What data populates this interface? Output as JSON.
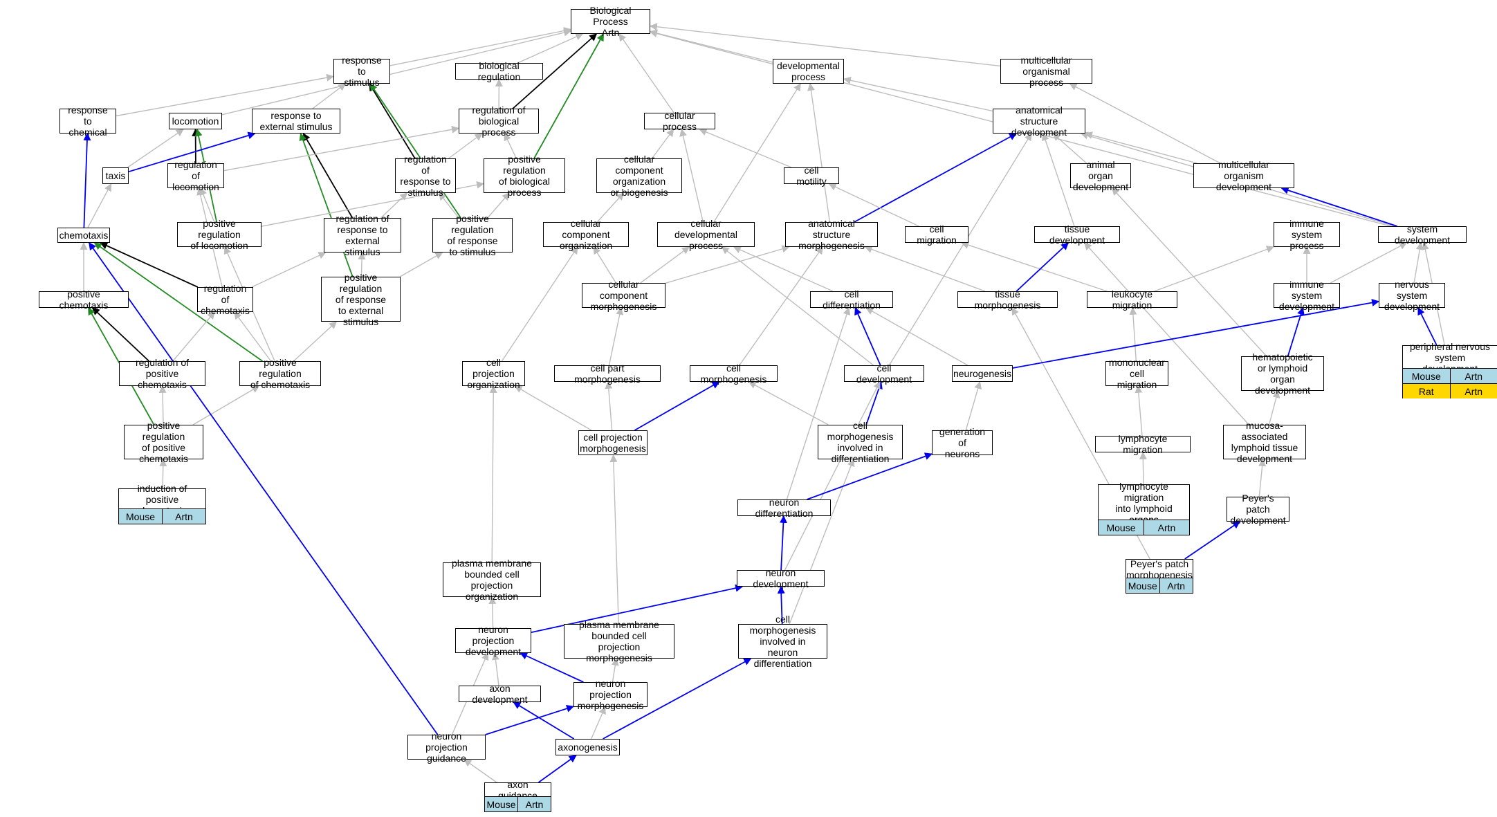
{
  "colors": {
    "is_a": "#bdbdbd",
    "part_of": "#0000ee",
    "regulates": "#000000",
    "positively_regulates": "#228b22",
    "mouse_bg": "#add8e6",
    "rat_bg": "#ffd700"
  },
  "nodes": [
    {
      "id": "bp",
      "label": "Biological Process\nArtn"
    },
    {
      "id": "resp_stim",
      "label": "response to\nstimulus"
    },
    {
      "id": "bio_reg",
      "label": "biological regulation"
    },
    {
      "id": "dev_proc",
      "label": "developmental\nprocess"
    },
    {
      "id": "multi_proc",
      "label": "multicellular\norganismal process"
    },
    {
      "id": "resp_chem",
      "label": "response to\nchemical"
    },
    {
      "id": "locomotion",
      "label": "locomotion"
    },
    {
      "id": "resp_ext",
      "label": "response to\nexternal stimulus"
    },
    {
      "id": "reg_bio",
      "label": "regulation of\nbiological process"
    },
    {
      "id": "cell_proc",
      "label": "cellular process"
    },
    {
      "id": "anat_dev",
      "label": "anatomical structure\ndevelopment"
    },
    {
      "id": "taxis",
      "label": "taxis"
    },
    {
      "id": "reg_loco",
      "label": "regulation of\nlocomotion"
    },
    {
      "id": "reg_resp_stim",
      "label": "regulation of\nresponse to\nstimulus"
    },
    {
      "id": "pos_reg_bio",
      "label": "positive regulation\nof biological\nprocess"
    },
    {
      "id": "cc_org",
      "label": "cellular component\norganization\nor biogenesis"
    },
    {
      "id": "cell_motility",
      "label": "cell motility"
    },
    {
      "id": "animal_organ",
      "label": "animal organ\ndevelopment"
    },
    {
      "id": "multi_org_dev",
      "label": "multicellular\norganism development"
    },
    {
      "id": "chemotaxis",
      "label": "chemotaxis"
    },
    {
      "id": "pos_reg_loco",
      "label": "positive regulation\nof locomotion"
    },
    {
      "id": "reg_resp_ext",
      "label": "regulation of\nresponse to\nexternal stimulus"
    },
    {
      "id": "pos_reg_resp_stim",
      "label": "positive regulation\nof response\nto stimulus"
    },
    {
      "id": "cc_org2",
      "label": "cellular component\norganization"
    },
    {
      "id": "cell_dev_proc",
      "label": "cellular developmental\nprocess"
    },
    {
      "id": "anat_morph",
      "label": "anatomical structure\nmorphogenesis"
    },
    {
      "id": "cell_migration",
      "label": "cell migration"
    },
    {
      "id": "tissue_dev",
      "label": "tissue development"
    },
    {
      "id": "immune_proc",
      "label": "immune system\nprocess"
    },
    {
      "id": "system_dev",
      "label": "system development"
    },
    {
      "id": "pos_chemotaxis",
      "label": "positive chemotaxis"
    },
    {
      "id": "reg_chemotaxis",
      "label": "regulation of\nchemotaxis"
    },
    {
      "id": "pos_reg_resp_ext",
      "label": "positive regulation\nof response\nto external\nstimulus"
    },
    {
      "id": "cc_morph",
      "label": "cellular component\nmorphogenesis"
    },
    {
      "id": "cell_diff",
      "label": "cell differentiation"
    },
    {
      "id": "tissue_morph",
      "label": "tissue morphogenesis"
    },
    {
      "id": "leuko_mig",
      "label": "leukocyte migration"
    },
    {
      "id": "immune_dev",
      "label": "immune system\ndevelopment"
    },
    {
      "id": "nervous_dev",
      "label": "nervous system\ndevelopment"
    },
    {
      "id": "periph_dev",
      "label": "peripheral nervous\nsystem development"
    },
    {
      "id": "reg_pos_chemo",
      "label": "regulation of\npositive chemotaxis"
    },
    {
      "id": "pos_reg_chemo",
      "label": "positive regulation\nof chemotaxis"
    },
    {
      "id": "cp_org",
      "label": "cell projection\norganization"
    },
    {
      "id": "cell_part_morph",
      "label": "cell part morphogenesis"
    },
    {
      "id": "cell_morph",
      "label": "cell morphogenesis"
    },
    {
      "id": "cell_dev",
      "label": "cell development"
    },
    {
      "id": "neurogenesis",
      "label": "neurogenesis"
    },
    {
      "id": "mono_mig",
      "label": "mononuclear\ncell migration"
    },
    {
      "id": "hemato",
      "label": "hematopoietic\nor lymphoid\norgan development"
    },
    {
      "id": "pos_reg_pos_chemo",
      "label": "positive regulation\nof positive\nchemotaxis"
    },
    {
      "id": "cp_morph",
      "label": "cell projection\nmorphogenesis"
    },
    {
      "id": "cm_inv_diff",
      "label": "cell morphogenesis\ninvolved in\ndifferentiation"
    },
    {
      "id": "gen_neurons",
      "label": "generation of\nneurons"
    },
    {
      "id": "lymph_mig",
      "label": "lymphocyte migration"
    },
    {
      "id": "malt_dev",
      "label": "mucosa-associated\nlymphoid tissue\ndevelopment"
    },
    {
      "id": "induction",
      "label": "induction of\npositive chemotaxis"
    },
    {
      "id": "neuron_diff",
      "label": "neuron differentiation"
    },
    {
      "id": "lymph_mig_organs",
      "label": "lymphocyte migration\ninto lymphoid\norgans"
    },
    {
      "id": "peyer_dev",
      "label": "Peyer's patch\ndevelopment"
    },
    {
      "id": "pm_cp_org",
      "label": "plasma membrane\nbounded cell\nprojection organization"
    },
    {
      "id": "neuron_dev",
      "label": "neuron development"
    },
    {
      "id": "peyer_morph",
      "label": "Peyer's patch\nmorphogenesis"
    },
    {
      "id": "np_dev",
      "label": "neuron projection\ndevelopment"
    },
    {
      "id": "pm_cp_morph",
      "label": "plasma membrane\nbounded cell\nprojection morphogenesis"
    },
    {
      "id": "cm_inv_neuron",
      "label": "cell morphogenesis\ninvolved in\nneuron differentiation"
    },
    {
      "id": "axon_dev",
      "label": "axon development"
    },
    {
      "id": "np_morph",
      "label": "neuron projection\nmorphogenesis"
    },
    {
      "id": "np_guidance",
      "label": "neuron projection\nguidance"
    },
    {
      "id": "axonogenesis",
      "label": "axonogenesis"
    },
    {
      "id": "axon_guidance",
      "label": "axon guidance"
    }
  ],
  "annotations": [
    {
      "node": "induction",
      "rows": [
        {
          "species": "Mouse",
          "label": "Artn",
          "color": "mouse"
        }
      ]
    },
    {
      "node": "lymph_mig_organs",
      "rows": [
        {
          "species": "Mouse",
          "label": "Artn",
          "color": "mouse"
        }
      ]
    },
    {
      "node": "peyer_morph",
      "rows": [
        {
          "species": "Mouse",
          "label": "Artn",
          "color": "mouse"
        }
      ]
    },
    {
      "node": "axon_guidance",
      "rows": [
        {
          "species": "Mouse",
          "label": "Artn",
          "color": "mouse"
        }
      ]
    },
    {
      "node": "periph_dev",
      "rows": [
        {
          "species": "Mouse",
          "label": "Artn",
          "color": "mouse"
        },
        {
          "species": "Rat",
          "label": "Artn",
          "color": "rat"
        }
      ]
    }
  ],
  "edges": [
    [
      "resp_stim",
      "bp",
      "is_a"
    ],
    [
      "bio_reg",
      "bp",
      "is_a"
    ],
    [
      "dev_proc",
      "bp",
      "is_a"
    ],
    [
      "multi_proc",
      "bp",
      "is_a"
    ],
    [
      "locomotion",
      "bp",
      "is_a"
    ],
    [
      "reg_bio",
      "bp",
      "regulates"
    ],
    [
      "pos_reg_bio",
      "bp",
      "positively_regulates"
    ],
    [
      "cell_proc",
      "bp",
      "is_a"
    ],
    [
      "system_dev",
      "bp",
      "is_a"
    ],
    [
      "resp_chem",
      "resp_stim",
      "is_a"
    ],
    [
      "resp_ext",
      "resp_stim",
      "is_a"
    ],
    [
      "reg_resp_stim",
      "resp_stim",
      "regulates"
    ],
    [
      "pos_reg_resp_stim",
      "resp_stim",
      "positively_regulates"
    ],
    [
      "reg_bio",
      "bio_reg",
      "is_a"
    ],
    [
      "anat_dev",
      "dev_proc",
      "is_a"
    ],
    [
      "cell_dev_proc",
      "dev_proc",
      "is_a"
    ],
    [
      "anat_morph",
      "dev_proc",
      "is_a"
    ],
    [
      "multi_org_dev",
      "multi_proc",
      "is_a"
    ],
    [
      "chemotaxis",
      "resp_chem",
      "part_of"
    ],
    [
      "taxis",
      "locomotion",
      "is_a"
    ],
    [
      "reg_loco",
      "locomotion",
      "regulates"
    ],
    [
      "pos_reg_loco",
      "locomotion",
      "positively_regulates"
    ],
    [
      "taxis",
      "resp_ext",
      "part_of"
    ],
    [
      "reg_resp_ext",
      "resp_ext",
      "regulates"
    ],
    [
      "pos_reg_resp_ext",
      "resp_ext",
      "positively_regulates"
    ],
    [
      "reg_loco",
      "reg_bio",
      "is_a"
    ],
    [
      "reg_resp_stim",
      "reg_bio",
      "is_a"
    ],
    [
      "pos_reg_bio",
      "reg_bio",
      "is_a"
    ],
    [
      "cc_org",
      "cell_proc",
      "is_a"
    ],
    [
      "cell_motility",
      "cell_proc",
      "is_a"
    ],
    [
      "cell_dev_proc",
      "cell_proc",
      "is_a"
    ],
    [
      "anat_morph",
      "anat_dev",
      "part_of"
    ],
    [
      "animal_organ",
      "anat_dev",
      "is_a"
    ],
    [
      "multi_org_dev",
      "anat_dev",
      "is_a"
    ],
    [
      "tissue_dev",
      "anat_dev",
      "is_a"
    ],
    [
      "system_dev",
      "anat_dev",
      "is_a"
    ],
    [
      "cell_dev",
      "anat_dev",
      "is_a"
    ],
    [
      "chemotaxis",
      "taxis",
      "is_a"
    ],
    [
      "pos_reg_loco",
      "reg_loco",
      "is_a"
    ],
    [
      "reg_chemotaxis",
      "reg_loco",
      "is_a"
    ],
    [
      "reg_resp_ext",
      "reg_resp_stim",
      "is_a"
    ],
    [
      "pos_reg_resp_stim",
      "reg_resp_stim",
      "is_a"
    ],
    [
      "pos_reg_loco",
      "pos_reg_bio",
      "is_a"
    ],
    [
      "pos_reg_resp_stim",
      "pos_reg_bio",
      "is_a"
    ],
    [
      "cc_org2",
      "cc_org",
      "is_a"
    ],
    [
      "cell_migration",
      "cell_motility",
      "is_a"
    ],
    [
      "hemato",
      "animal_organ",
      "is_a"
    ],
    [
      "system_dev",
      "multi_org_dev",
      "part_of"
    ],
    [
      "pos_chemotaxis",
      "chemotaxis",
      "is_a"
    ],
    [
      "reg_chemotaxis",
      "chemotaxis",
      "regulates"
    ],
    [
      "pos_reg_chemo",
      "chemotaxis",
      "positively_regulates"
    ],
    [
      "reg_chemotaxis",
      "reg_resp_ext",
      "is_a"
    ],
    [
      "pos_reg_resp_ext",
      "reg_resp_ext",
      "is_a"
    ],
    [
      "pos_reg_resp_ext",
      "pos_reg_resp_stim",
      "is_a"
    ],
    [
      "cc_morph",
      "cc_org2",
      "is_a"
    ],
    [
      "cp_org",
      "cc_org2",
      "is_a"
    ],
    [
      "cc_morph",
      "cell_dev_proc",
      "is_a"
    ],
    [
      "cell_diff",
      "cell_dev_proc",
      "is_a"
    ],
    [
      "cell_dev",
      "cell_dev_proc",
      "is_a"
    ],
    [
      "cc_morph",
      "anat_morph",
      "is_a"
    ],
    [
      "tissue_morph",
      "anat_morph",
      "is_a"
    ],
    [
      "cell_morph",
      "anat_morph",
      "is_a"
    ],
    [
      "leuko_mig",
      "cell_migration",
      "is_a"
    ],
    [
      "tissue_morph",
      "tissue_dev",
      "part_of"
    ],
    [
      "malt_dev",
      "tissue_dev",
      "is_a"
    ],
    [
      "leuko_mig",
      "immune_proc",
      "is_a"
    ],
    [
      "immune_dev",
      "immune_proc",
      "is_a"
    ],
    [
      "nervous_dev",
      "system_dev",
      "is_a"
    ],
    [
      "periph_dev",
      "system_dev",
      "is_a"
    ],
    [
      "immune_dev",
      "system_dev",
      "is_a"
    ],
    [
      "reg_pos_chemo",
      "pos_chemotaxis",
      "regulates"
    ],
    [
      "pos_reg_pos_chemo",
      "pos_chemotaxis",
      "positively_regulates"
    ],
    [
      "pos_reg_chemo",
      "reg_chemotaxis",
      "is_a"
    ],
    [
      "reg_pos_chemo",
      "reg_chemotaxis",
      "is_a"
    ],
    [
      "pos_reg_chemo",
      "pos_reg_loco",
      "is_a"
    ],
    [
      "pos_reg_chemo",
      "pos_reg_resp_ext",
      "is_a"
    ],
    [
      "cell_part_morph",
      "cc_morph",
      "is_a"
    ],
    [
      "cell_dev",
      "cell_diff",
      "part_of"
    ],
    [
      "neurogenesis",
      "cell_diff",
      "is_a"
    ],
    [
      "neuron_diff",
      "cell_diff",
      "is_a"
    ],
    [
      "peyer_morph",
      "tissue_morph",
      "is_a"
    ],
    [
      "mono_mig",
      "leuko_mig",
      "is_a"
    ],
    [
      "hemato",
      "immune_dev",
      "part_of"
    ],
    [
      "neurogenesis",
      "nervous_dev",
      "part_of"
    ],
    [
      "periph_dev",
      "nervous_dev",
      "part_of"
    ],
    [
      "pos_reg_pos_chemo",
      "reg_pos_chemo",
      "is_a"
    ],
    [
      "pos_reg_pos_chemo",
      "pos_reg_chemo",
      "is_a"
    ],
    [
      "cp_morph",
      "cp_org",
      "is_a"
    ],
    [
      "pm_cp_org",
      "cp_org",
      "is_a"
    ],
    [
      "cp_morph",
      "cell_part_morph",
      "is_a"
    ],
    [
      "cp_morph",
      "cell_morph",
      "part_of"
    ],
    [
      "cm_inv_diff",
      "cell_morph",
      "is_a"
    ],
    [
      "cm_inv_diff",
      "cell_dev",
      "part_of"
    ],
    [
      "neuron_dev",
      "cell_dev",
      "is_a"
    ],
    [
      "gen_neurons",
      "neurogenesis",
      "is_a"
    ],
    [
      "lymph_mig",
      "mono_mig",
      "is_a"
    ],
    [
      "malt_dev",
      "hemato",
      "is_a"
    ],
    [
      "induction",
      "pos_reg_pos_chemo",
      "is_a"
    ],
    [
      "pm_cp_morph",
      "cp_morph",
      "is_a"
    ],
    [
      "cm_inv_neuron",
      "cm_inv_diff",
      "is_a"
    ],
    [
      "neuron_diff",
      "gen_neurons",
      "part_of"
    ],
    [
      "lymph_mig_organs",
      "lymph_mig",
      "is_a"
    ],
    [
      "peyer_dev",
      "malt_dev",
      "is_a"
    ],
    [
      "neuron_dev",
      "neuron_diff",
      "part_of"
    ],
    [
      "peyer_morph",
      "peyer_dev",
      "part_of"
    ],
    [
      "np_dev",
      "pm_cp_org",
      "is_a"
    ],
    [
      "np_dev",
      "neuron_dev",
      "part_of"
    ],
    [
      "cm_inv_neuron",
      "neuron_dev",
      "part_of"
    ],
    [
      "axon_dev",
      "np_dev",
      "is_a"
    ],
    [
      "np_morph",
      "np_dev",
      "part_of"
    ],
    [
      "np_guidance",
      "np_dev",
      "is_a"
    ],
    [
      "np_morph",
      "pm_cp_morph",
      "is_a"
    ],
    [
      "axonogenesis",
      "cm_inv_neuron",
      "part_of"
    ],
    [
      "axonogenesis",
      "axon_dev",
      "part_of"
    ],
    [
      "axonogenesis",
      "np_morph",
      "is_a"
    ],
    [
      "np_guidance",
      "np_morph",
      "part_of"
    ],
    [
      "np_guidance",
      "chemotaxis",
      "part_of"
    ],
    [
      "axon_guidance",
      "np_guidance",
      "is_a"
    ],
    [
      "axon_guidance",
      "axonogenesis",
      "part_of"
    ]
  ]
}
